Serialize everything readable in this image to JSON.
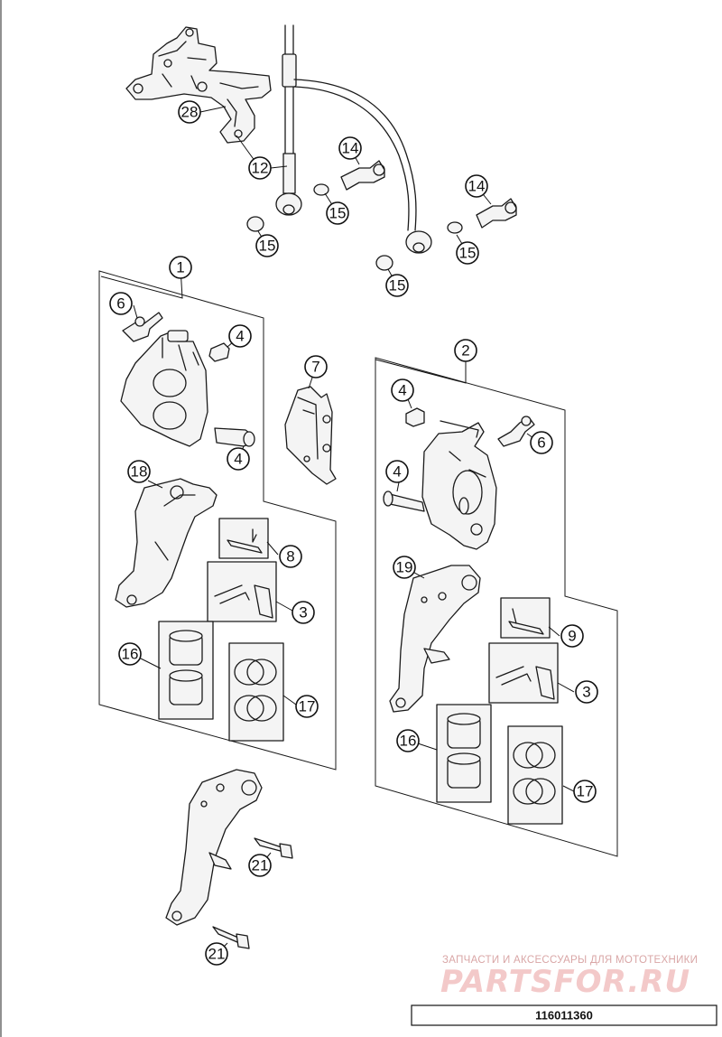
{
  "callouts": [
    {
      "label": "28"
    },
    {
      "label": "12"
    },
    {
      "label": "14"
    },
    {
      "label": "15"
    },
    {
      "label": "15"
    },
    {
      "label": "14"
    },
    {
      "label": "15"
    },
    {
      "label": "15"
    },
    {
      "label": "1"
    },
    {
      "label": "6"
    },
    {
      "label": "4"
    },
    {
      "label": "4"
    },
    {
      "label": "7"
    },
    {
      "label": "18"
    },
    {
      "label": "8"
    },
    {
      "label": "3"
    },
    {
      "label": "16"
    },
    {
      "label": "17"
    },
    {
      "label": "2"
    },
    {
      "label": "4"
    },
    {
      "label": "6"
    },
    {
      "label": "4"
    },
    {
      "label": "19"
    },
    {
      "label": "9"
    },
    {
      "label": "3"
    },
    {
      "label": "16"
    },
    {
      "label": "17"
    },
    {
      "label": "21"
    },
    {
      "label": "21"
    }
  ],
  "watermark": {
    "tagline": "ЗАПЧАСТИ И АКСЕССУАРЫ ДЛЯ МОТОТЕХНИКИ",
    "logo": "PARTSFOR.RU"
  },
  "diagram_code": "116011360"
}
